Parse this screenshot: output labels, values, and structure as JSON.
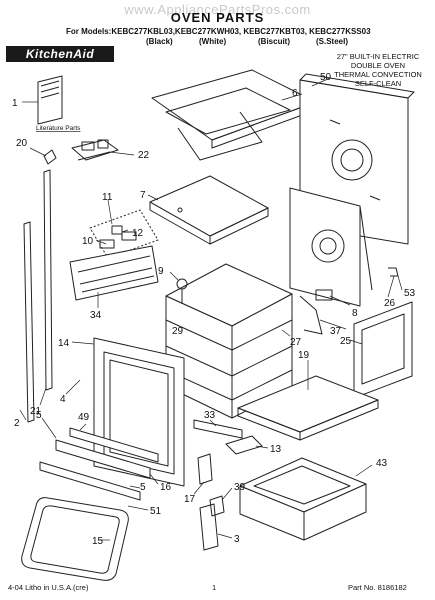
{
  "header": {
    "watermark": "www.AppliancePartsPros.com",
    "title": "OVEN PARTS",
    "models": "For Models:KEBC277KBL03,KEBC277KWH03, KEBC277KBT03, KEBC277KSS03",
    "variants": [
      "(Black)",
      "(White)",
      "(Biscuit)",
      "(S.Steel)"
    ]
  },
  "brand": "KitchenAid",
  "description": [
    "27\" BUILT-IN ELECTRIC",
    "DOUBLE OVEN",
    "THERMAL CONVECTION",
    "SELF-CLEAN"
  ],
  "literature_label": "Literature Parts",
  "callouts": [
    "50",
    "6",
    "1",
    "20",
    "22",
    "7",
    "11",
    "12",
    "10",
    "9",
    "34",
    "8",
    "26",
    "53",
    "29",
    "37",
    "27",
    "25",
    "14",
    "19",
    "4",
    "21",
    "2",
    "49",
    "5",
    "33",
    "13",
    "16",
    "17",
    "43",
    "51",
    "15",
    "39",
    "3",
    "5"
  ],
  "footer": {
    "left": "4-04 Litho in U.S.A.(cre)",
    "page": "1",
    "part_no": "Part No. 8186182"
  }
}
